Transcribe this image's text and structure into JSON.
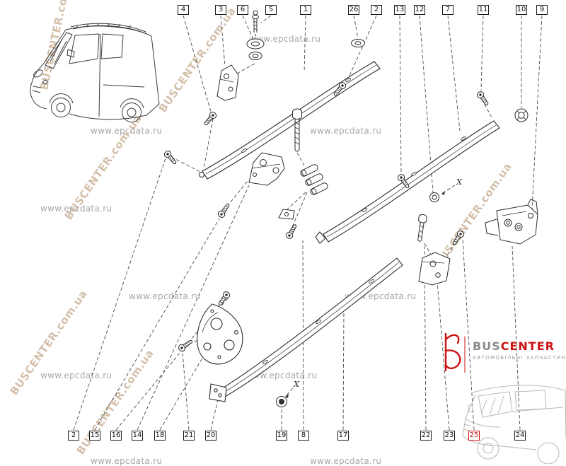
{
  "callouts": {
    "top": [
      "4",
      "3",
      "6",
      "5",
      "1",
      "26",
      "2",
      "13",
      "12",
      "7",
      "11",
      "10",
      "9"
    ],
    "bottom": [
      "2",
      "15",
      "16",
      "14",
      "18",
      "21",
      "20",
      "19",
      "8",
      "17",
      "22",
      "23",
      "25",
      "24"
    ],
    "highlighted": "25"
  },
  "annotations": {
    "x": "X"
  },
  "watermarks": {
    "epcdata": "www.epcdata.ru",
    "buscenter": "BUSCENTER.com.ua"
  },
  "logo": {
    "bus": "BUS",
    "center": "CENTER",
    "subtitle": "АВТОМОБІЛЬНІ ЗАПЧАСТИНИ"
  },
  "colors": {
    "line": "#2b2b2b",
    "accent_red": "#cc1111",
    "watermark_sepia": "#c6ab8e",
    "watermark_gray": "#9e9e9e"
  }
}
